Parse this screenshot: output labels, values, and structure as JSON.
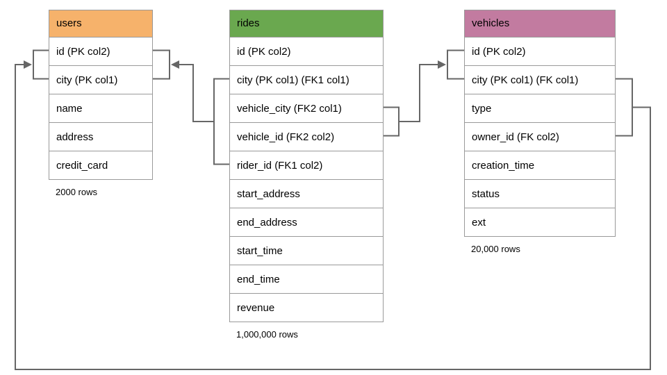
{
  "diagram": {
    "connector_color": "#666666",
    "border_color": "#999999"
  },
  "tables": {
    "users": {
      "title": "users",
      "header_color": "#F6B26B",
      "rows": [
        "id (PK col2)",
        "city (PK col1)",
        "name",
        "address",
        "credit_card"
      ],
      "row_count": "2000 rows"
    },
    "rides": {
      "title": "rides",
      "header_color": "#6AA84F",
      "rows": [
        "id (PK col2)",
        "city (PK col1) (FK1 col1)",
        "vehicle_city (FK2 col1)",
        "vehicle_id (FK2 col2)",
        "rider_id (FK1 col2)",
        "start_address",
        "end_address",
        "start_time",
        "end_time",
        "revenue"
      ],
      "row_count": "1,000,000 rows"
    },
    "vehicles": {
      "title": "vehicles",
      "header_color": "#C27BA0",
      "rows": [
        "id (PK col2)",
        "city (PK col1) (FK col1)",
        "type",
        "owner_id (FK col2)",
        "creation_time",
        "status",
        "ext"
      ],
      "row_count": "20,000 rows"
    }
  }
}
